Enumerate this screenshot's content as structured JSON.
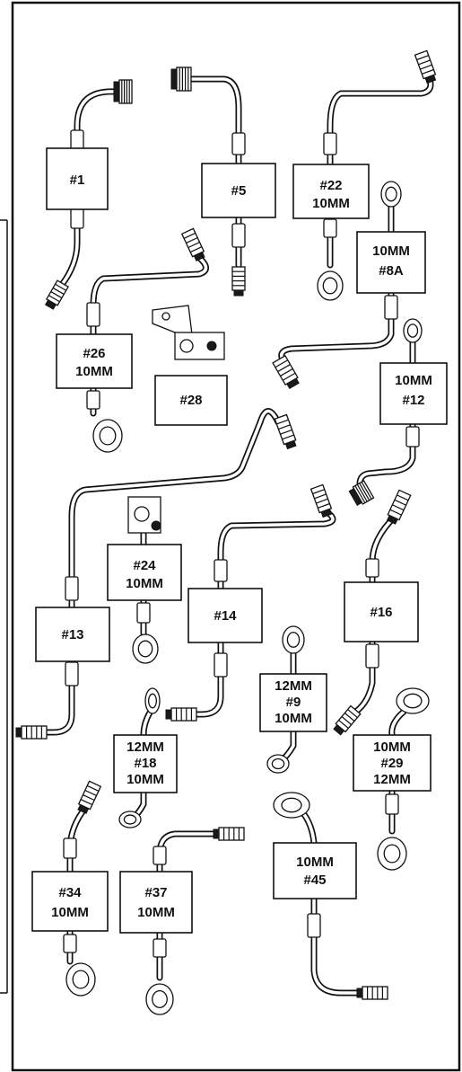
{
  "parts": [
    {
      "id": "1",
      "lines": [
        "#1"
      ]
    },
    {
      "id": "5",
      "lines": [
        "#5"
      ]
    },
    {
      "id": "22",
      "lines": [
        "#22",
        "10MM"
      ]
    },
    {
      "id": "8a",
      "lines": [
        "10MM",
        "#8A"
      ]
    },
    {
      "id": "26",
      "lines": [
        "#26",
        "10MM"
      ]
    },
    {
      "id": "28",
      "lines": [
        "#28"
      ]
    },
    {
      "id": "12",
      "lines": [
        "10MM",
        "#12"
      ]
    },
    {
      "id": "24",
      "lines": [
        "#24",
        "10MM"
      ]
    },
    {
      "id": "14",
      "lines": [
        "#14"
      ]
    },
    {
      "id": "16",
      "lines": [
        "#16"
      ]
    },
    {
      "id": "13",
      "lines": [
        "#13"
      ]
    },
    {
      "id": "9",
      "lines": [
        "12MM",
        "#9",
        "10MM"
      ]
    },
    {
      "id": "18",
      "lines": [
        "12MM",
        "#18",
        "10MM"
      ]
    },
    {
      "id": "29",
      "lines": [
        "10MM",
        "#29",
        "12MM"
      ]
    },
    {
      "id": "34",
      "lines": [
        "#34",
        "10MM"
      ]
    },
    {
      "id": "37",
      "lines": [
        "#37",
        "10MM"
      ]
    },
    {
      "id": "45",
      "lines": [
        "10MM",
        "#45"
      ]
    }
  ]
}
